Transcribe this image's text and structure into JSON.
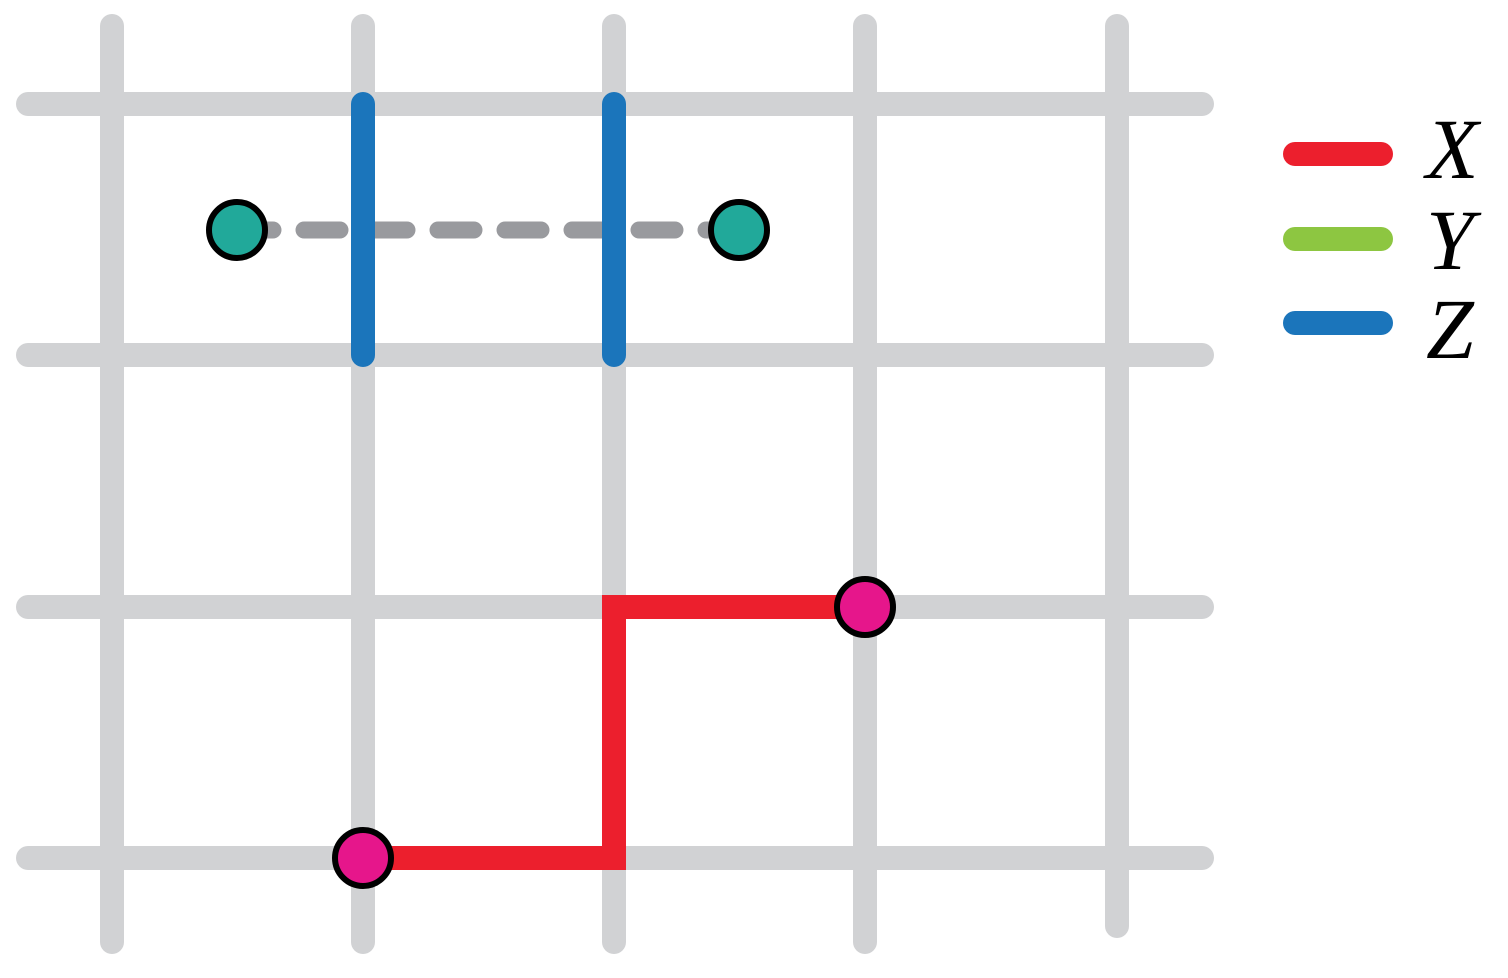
{
  "colors": {
    "grid": "#d1d2d4",
    "x_operator": "#ec1f2d",
    "y_operator": "#8dc641",
    "z_operator": "#1b75bb",
    "dashed_link": "#999a9e",
    "teal_qubit": "#21a99a",
    "magenta_qubit": "#e6168b",
    "outline": "#000000"
  },
  "legend": {
    "items": [
      {
        "label": "X",
        "color": "#ec1f2d"
      },
      {
        "label": "Y",
        "color": "#8dc641"
      },
      {
        "label": "Z",
        "color": "#1b75bb"
      }
    ]
  }
}
